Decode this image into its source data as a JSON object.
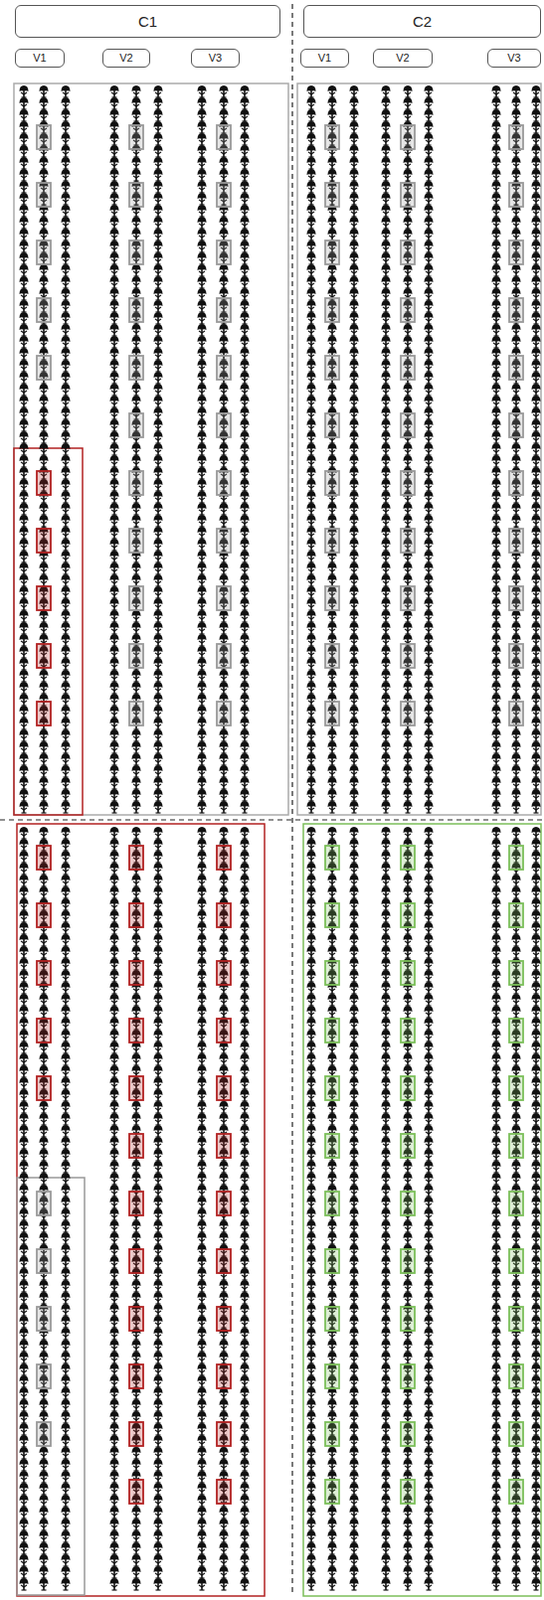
{
  "diagram": {
    "nodes": [
      {
        "text": [
          "C1"
        ]
      },
      {
        "text": [
          "C2"
        ]
      },
      {
        "text": [
          "V1"
        ]
      },
      {
        "text": [
          "V2"
        ]
      },
      {
        "text": [
          "V3"
        ]
      },
      {
        "text": [
          "V1"
        ]
      },
      {
        "text": [
          "V2"
        ]
      },
      {
        "text": [
          "V3"
        ]
      }
    ]
  }
}
